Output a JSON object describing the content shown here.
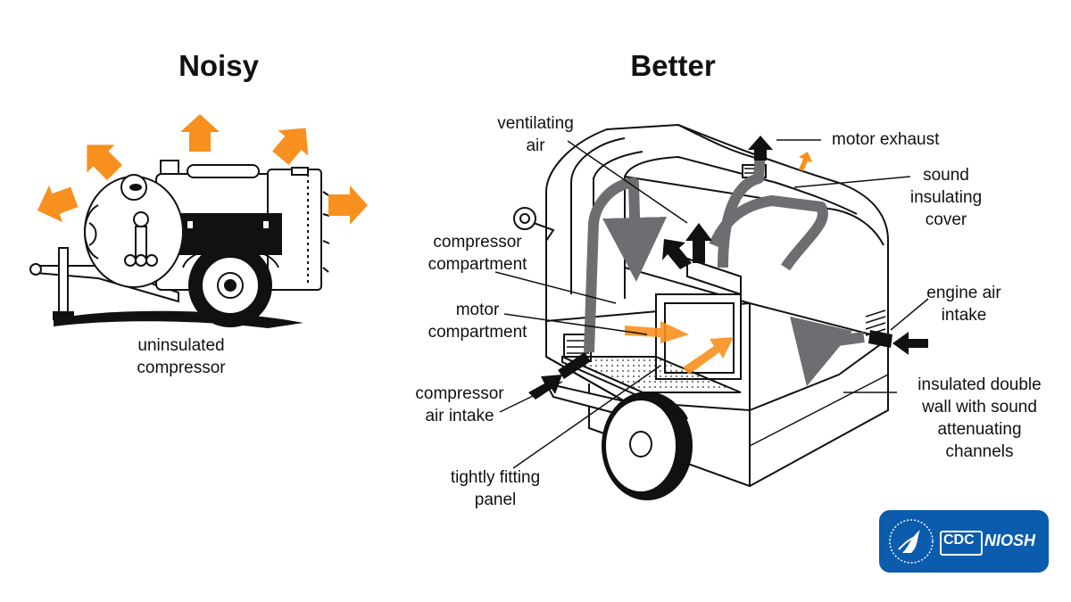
{
  "titles": {
    "noisy": "Noisy",
    "better": "Better"
  },
  "noisy_labels": {
    "uninsulated": [
      "uninsulated",
      "compressor"
    ]
  },
  "better_labels": {
    "ventilating_air": [
      "ventilating",
      "air"
    ],
    "motor_exhaust": [
      "motor exhaust"
    ],
    "sound_cover": [
      "sound",
      "insulating",
      "cover"
    ],
    "compressor_compartment": [
      "compressor",
      "compartment"
    ],
    "motor_compartment": [
      "motor",
      "compartment"
    ],
    "engine_air_intake": [
      "engine air",
      "intake"
    ],
    "compressor_air_intake": [
      "compressor",
      "air intake"
    ],
    "insulated_wall": [
      "insulated double",
      "wall with sound",
      "attenuating",
      "channels"
    ],
    "tight_panel": [
      "tightly fitting",
      "panel"
    ]
  },
  "logo": {
    "cdc": "CDC",
    "niosh": "NIOSH"
  },
  "colors": {
    "noise_orange": "#f7901e",
    "airflow_gray": "#6d6e71",
    "arrow_black": "#111111",
    "logo_blue": "#0b5cad"
  }
}
